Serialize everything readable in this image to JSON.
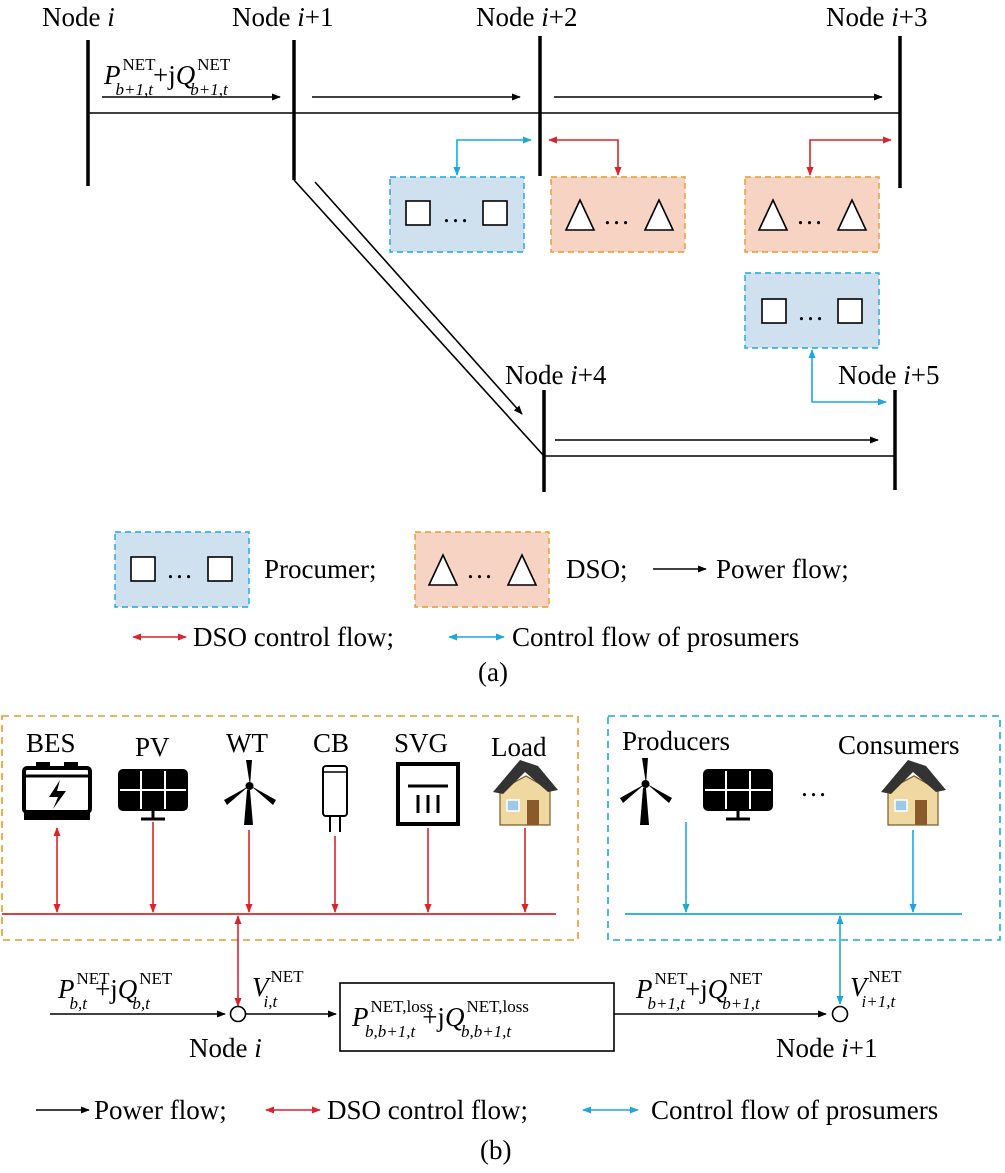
{
  "part_a": {
    "nodes": [
      {
        "prefix": "Node ",
        "var": "i",
        "suffix": ""
      },
      {
        "prefix": "Node ",
        "var": "i",
        "suffix": "+1"
      },
      {
        "prefix": "Node ",
        "var": "i",
        "suffix": "+2"
      },
      {
        "prefix": "Node ",
        "var": "i",
        "suffix": "+3"
      },
      {
        "prefix": "Node ",
        "var": "i",
        "suffix": "+4"
      },
      {
        "prefix": "Node ",
        "var": "i",
        "suffix": "+5"
      }
    ],
    "flow_label": {
      "p": "P",
      "sup": "NET",
      "sub": "b+1,t",
      "mid": "+j",
      "q": "Q"
    },
    "ellipsis": "…",
    "legend": {
      "procumer": "Procumer;",
      "dso": "DSO;",
      "power_flow": "Power flow;",
      "dso_control": "DSO control flow;",
      "prosumer_control": "Control flow of prosumers"
    },
    "caption": "(a)"
  },
  "part_b": {
    "devices": [
      {
        "label": "BES",
        "icon": "battery-icon"
      },
      {
        "label": "PV",
        "icon": "solar-panel-icon"
      },
      {
        "label": "WT",
        "icon": "wind-turbine-icon"
      },
      {
        "label": "CB",
        "icon": "capacitor-icon"
      },
      {
        "label": "SVG",
        "icon": "svg-device-icon"
      },
      {
        "label": "Load",
        "icon": "house-icon"
      }
    ],
    "producers": "Producers",
    "consumers": "Consumers",
    "dots": "…",
    "left_flow": {
      "sup": "NET",
      "sub": "b,t"
    },
    "v_node_i": {
      "v": "V",
      "sup": "NET",
      "sub": "i,t"
    },
    "loss_box": {
      "sup": "NET,loss",
      "sub": "b,b+1,t"
    },
    "right_flow": {
      "sup": "NET",
      "sub": "b+1,t"
    },
    "v_node_i1": {
      "v": "V",
      "sup": "NET",
      "sub": "i+1,t"
    },
    "node_i": {
      "prefix": "Node ",
      "var": "i",
      "suffix": ""
    },
    "node_i1": {
      "prefix": "Node ",
      "var": "i",
      "suffix": "+1"
    },
    "legend": {
      "power_flow": "Power flow;",
      "dso_control": "DSO control flow;",
      "prosumer_control": "Control flow of prosumers"
    },
    "caption": "(b)"
  },
  "colors": {
    "red": "#d9242b",
    "blue": "#1ea6df",
    "procumer_fill": "#cfe0ef",
    "dso_fill": "#f6d3c3",
    "orange_dash": "#e89a2d"
  }
}
